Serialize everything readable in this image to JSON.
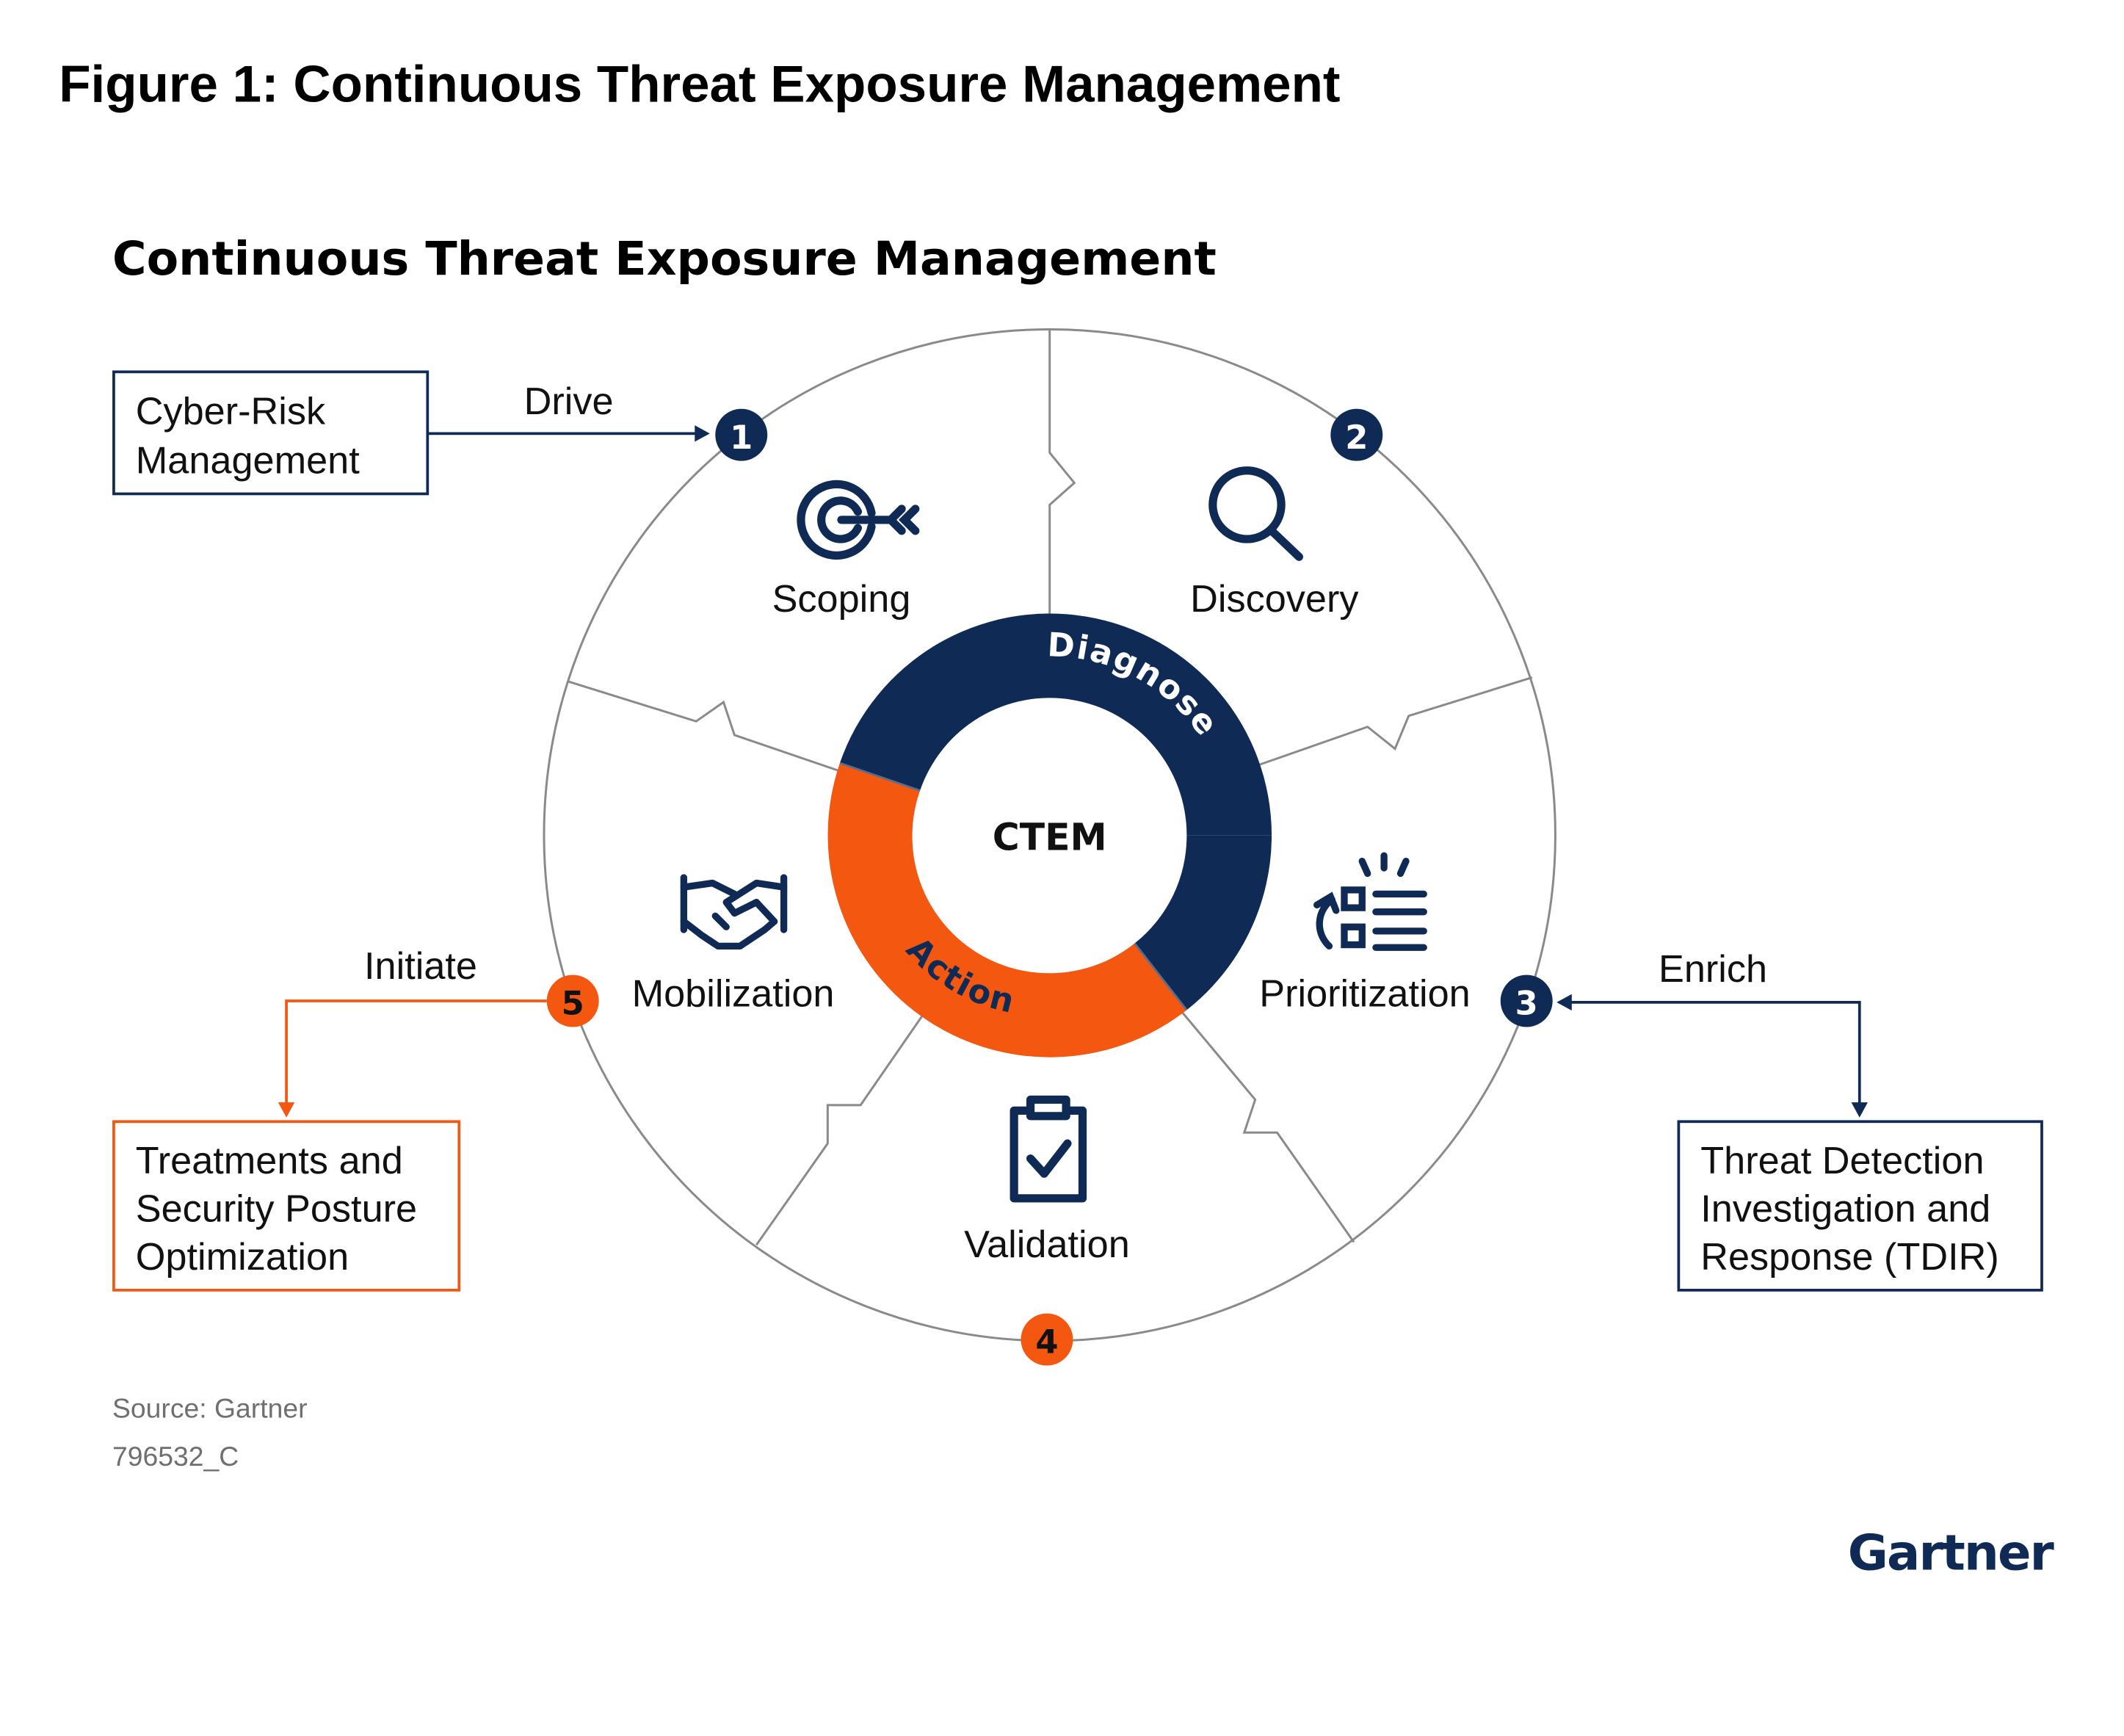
{
  "figure_title": "Figure 1: Continuous Threat Exposure Management",
  "diagram_title": "Continuous Threat Exposure Management",
  "center_label": "CTEM",
  "ring": {
    "diagnose": "Diagnose",
    "action": "Action"
  },
  "stages": [
    {
      "number": "1",
      "label": "Scoping",
      "icon": "target-icon"
    },
    {
      "number": "2",
      "label": "Discovery",
      "icon": "magnifier-icon"
    },
    {
      "number": "3",
      "label": "Prioritization",
      "icon": "priority-list-icon"
    },
    {
      "number": "4",
      "label": "Validation",
      "icon": "clipboard-check-icon"
    },
    {
      "number": "5",
      "label": "Mobilization",
      "icon": "handshake-icon"
    }
  ],
  "connectors": [
    {
      "label": "Drive",
      "box": [
        "Cyber-Risk",
        "Management"
      ]
    },
    {
      "label": "Enrich",
      "box": [
        "Threat Detection",
        "Investigation and",
        "Response (TDIR)"
      ]
    },
    {
      "label": "Initiate",
      "box": [
        "Treatments and",
        "Security Posture",
        "Optimization"
      ]
    }
  ],
  "source": "Source: Gartner",
  "doc_id": "796532_C",
  "logo": "Gartner",
  "colors": {
    "navy": "#0f2a54",
    "orange": "#f4570f",
    "outline": "#8a8a8a",
    "muted": "#6f6f6f"
  }
}
